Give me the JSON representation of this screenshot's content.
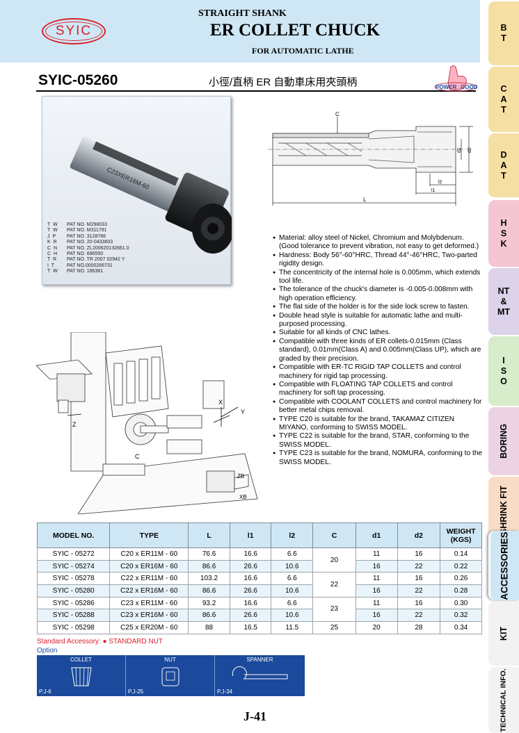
{
  "header": {
    "brand": "SYIC",
    "line1": "STRAIGHT SHANK",
    "line2": "ER COLLET CHUCK",
    "line3": "FOR  AUTOMATIC LATHE"
  },
  "model_title": "SYIC-05260",
  "cn_title": "小徑/直柄 ER 自動車床用夾頭柄",
  "power_good_logo": "POWER GOOD",
  "photo_engraving": "C23XER16M-60",
  "patents": [
    {
      "country": "T W",
      "text": "PAT  NO. M298033"
    },
    {
      "country": "T W",
      "text": "PAT  NO. M311791"
    },
    {
      "country": "J P",
      "text": "PAT  NO. 3128766"
    },
    {
      "country": "K R",
      "text": "PAT  NO. 20-0433603"
    },
    {
      "country": "C N",
      "text": "PAT  NO. ZL200620132661.0"
    },
    {
      "country": "C H",
      "text": "PAT  NO. 696550"
    },
    {
      "country": "T R",
      "text": "PAT  NO. TR 2007 02942 Y"
    },
    {
      "country": "I T",
      "text": "PAT  NO.0000266731"
    },
    {
      "country": "T W",
      "text": "PAT  NO. 186381"
    }
  ],
  "drawing_labels": {
    "c": "C",
    "l": "L",
    "l1": "l1",
    "l2": "l2",
    "d1": "d1",
    "d2": "d2"
  },
  "features": [
    "Material: alloy steel of Nickel, Chromium and Molybdenum. (Good tolerance to prevent vibration, not easy to get deformed.)",
    "Hardness: Body 56°-60°HRC, Thread 44°-46°HRC, Two-parted rigidity design.",
    "The concentricity of the internal hole is 0.005mm, which extends tool life.",
    "The tolerance of the chuck's diameter is -0.005-0.008mm with high operation efficiency.",
    "The flat side of the holder is for the side lock screw to fasten.",
    "Double head style is suitable for automatic lathe and multi-purposed processing.",
    "Suitable for all kinds of CNC lathes.",
    "Compatible with three kinds of ER collets-0.015mm (Class standard), 0.01mm(Class A) and 0.005mm(Class UP), which are graded by their precision.",
    "Compatible with ER-TC RIGID TAP COLLETS and control machinery for rigid tap processing.",
    "Compatible with FLOATING TAP COLLETS and control machinery for soft tap processing.",
    "Compatible with COOLANT COLLETS and control machinery for better metal chips removal.",
    "TYPE C20 is suitable for the brand, TAKAMAZ CITIZEN MIYANO, conforming to SWISS MODEL.",
    "TYPE C22 is suitable for the brand, STAR, conforming to the SWISS MODEL.",
    "TYPE C23 is suitable for the brand, NOMURA, conforming to the SWISS MODEL."
  ],
  "lathe_labels": {
    "x": "X",
    "y": "Y",
    "z": "Z",
    "c": "C",
    "zb": "ZB",
    "xb": "XB"
  },
  "table": {
    "headers": [
      "MODEL NO.",
      "TYPE",
      "L",
      "l1",
      "l2",
      "C",
      "d1",
      "d2",
      "WEIGHT (KGS)"
    ],
    "rows": [
      [
        "SYIC - 05272",
        "C20 x ER11M - 60",
        "76.6",
        "16.6",
        "6.6",
        "20",
        "11",
        "16",
        "0.14"
      ],
      [
        "SYIC - 05274",
        "C20 x ER16M - 60",
        "86.6",
        "26.6",
        "10.6",
        "",
        "16",
        "22",
        "0.22"
      ],
      [
        "SYIC - 05278",
        "C22 x ER11M - 60",
        "103.2",
        "16.6",
        "6.6",
        "22",
        "11",
        "16",
        "0.26"
      ],
      [
        "SYIC - 05280",
        "C22 x ER16M - 60",
        "86.6",
        "26.6",
        "10.6",
        "",
        "16",
        "22",
        "0.28"
      ],
      [
        "SYIC - 05286",
        "C23 x ER11M - 60",
        "93.2",
        "16.6",
        "6.6",
        "23",
        "11",
        "16",
        "0.30"
      ],
      [
        "SYIC - 05288",
        "C23 x ER16M - 60",
        "86.6",
        "26.6",
        "10.6",
        "",
        "16",
        "22",
        "0.32"
      ],
      [
        "SYIC - 05298",
        "C25 x ER20M - 60",
        "88",
        "16.5",
        "11.5",
        "25",
        "20",
        "28",
        "0.34"
      ]
    ]
  },
  "standard_accessory": "Standard Accessory: ● STANDARD NUT",
  "option_label": "Option",
  "accessories": [
    {
      "name": "COLLET",
      "ref": "P.J-6"
    },
    {
      "name": "NUT",
      "ref": "P.J-25"
    },
    {
      "name": "SPANNER",
      "ref": "P.J-34"
    }
  ],
  "page_number": "J-41",
  "tabs": [
    {
      "label": "B\nT",
      "color": "#f6dfa3",
      "rotated": false
    },
    {
      "label": "C\nA\nT",
      "color": "#f6dfa3",
      "rotated": false
    },
    {
      "label": "D\nA\nT",
      "color": "#f6dfa3",
      "rotated": false
    },
    {
      "label": "H\nS\nK",
      "color": "#f4c6d2",
      "rotated": false
    },
    {
      "label": "NT\n&\nMT",
      "color": "#dcd2ea",
      "rotated": false
    },
    {
      "label": "I\nS\nO",
      "color": "#d6ecca",
      "rotated": false
    },
    {
      "label": "BORING",
      "color": "#ebd3e4",
      "rotated": true
    },
    {
      "label": "SHRINK FIT",
      "color": "#f9dcc6",
      "rotated": true
    },
    {
      "label": "ACCESSORIES",
      "color": "#cfe7f5",
      "rotated": true,
      "active": true
    },
    {
      "label": "KIT",
      "color": "#f2f2f2",
      "rotated": true
    },
    {
      "label": "TECHNICAL INFO.",
      "color": "#f2f2f2",
      "rotated": true
    }
  ]
}
